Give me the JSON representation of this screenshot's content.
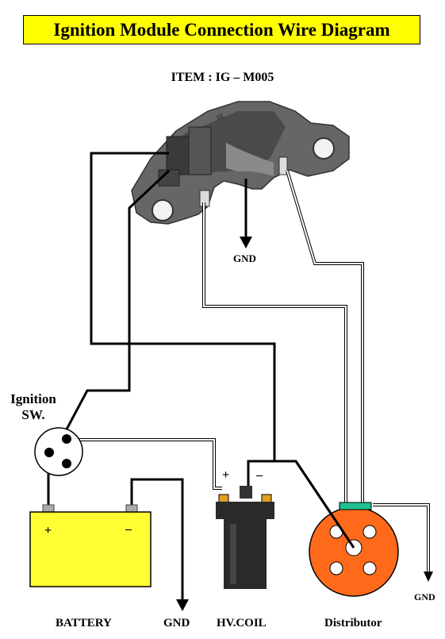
{
  "title": "Ignition Module Connection Wire Diagram",
  "item": "ITEM : IG – M005",
  "labels": {
    "gnd_module": "GND",
    "ignition_sw": "Ignition\nSW.",
    "coil_plus": "+",
    "coil_minus": "–",
    "battery_plus": "+",
    "battery_minus": "–",
    "gnd_right": "GND"
  },
  "bottom_labels": {
    "battery": "BATTERY",
    "gnd": "GND",
    "coil": "HV.COIL",
    "distributor": "Distributor"
  },
  "colors": {
    "title_bg": "#ffff00",
    "battery": "#ffff33",
    "distributor": "#ff6a1a",
    "module": "#5a5a5a",
    "coil": "#2a2a2a"
  }
}
